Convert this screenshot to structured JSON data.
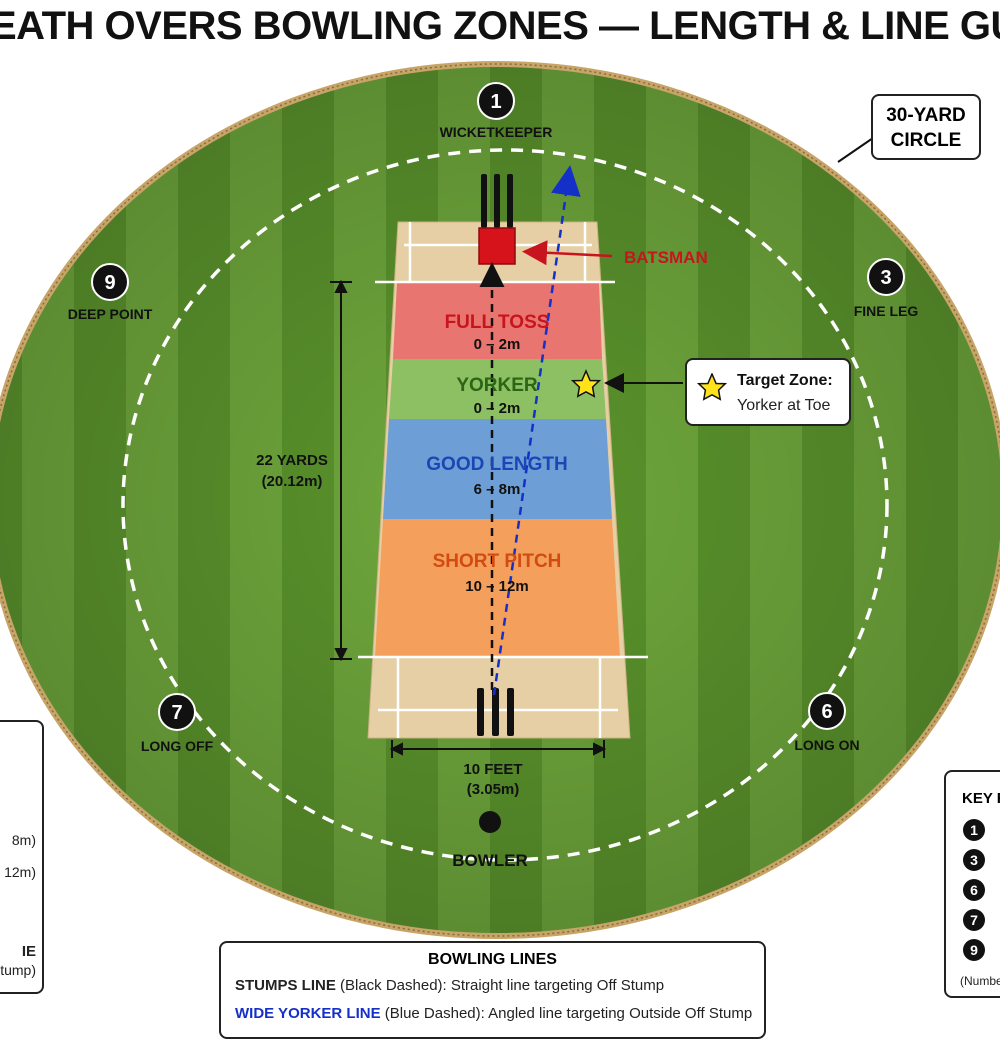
{
  "title": "EATH OVERS BOWLING ZONES — LENGTH & LINE GUIDE",
  "circle_label": {
    "line1": "30-YARD",
    "line2": "CIRCLE"
  },
  "fielders": [
    {
      "number": "1",
      "name": "WICKETKEEPER"
    },
    {
      "number": "9",
      "name": "DEEP POINT"
    },
    {
      "number": "3",
      "name": "FINE LEG"
    },
    {
      "number": "7",
      "name": "LONG OFF"
    },
    {
      "number": "6",
      "name": "LONG ON"
    }
  ],
  "batsman_label": "BATSMAN",
  "bowler_label": "BOWLER",
  "zones": [
    {
      "name": "FULL TOSS",
      "range": "0 – 2m",
      "color": "#e8756f",
      "text_color": "#c8141e"
    },
    {
      "name": "YORKER",
      "range": "0 – 2m",
      "color": "#8cc063",
      "text_color": "#2b6515"
    },
    {
      "name": "GOOD LENGTH",
      "range": "6 – 8m",
      "color": "#6d9fd6",
      "text_color": "#1b46b6"
    },
    {
      "name": "SHORT PITCH",
      "range": "10 – 12m",
      "color": "#f4a05c",
      "text_color": "#d24b12"
    }
  ],
  "pitch_length": {
    "line1": "22 YARDS",
    "line2": "(20.12m)"
  },
  "pitch_width": {
    "line1": "10 FEET",
    "line2": "(3.05m)"
  },
  "target_zone": {
    "title": "Target Zone:",
    "subtitle": "Yorker at Toe"
  },
  "bowling_lines": {
    "header": "BOWLING LINES",
    "stumps_name": "STUMPS LINE",
    "stumps_desc": " (Black Dashed):  Straight line targeting Off Stump",
    "wide_name": "WIDE YORKER LINE",
    "wide_desc": " (Blue Dashed):  Angled line targeting Outside Off Stump",
    "wide_color": "#1530c8"
  },
  "left_legend": {
    "line1": "8m)",
    "line2": "12m)",
    "line3": "IE",
    "line4": "tump)"
  },
  "key": {
    "header": "KEY F",
    "numbers": [
      "1",
      "3",
      "6",
      "7",
      "9"
    ],
    "note": "(Numbe"
  },
  "colors": {
    "grass_light": "#6fa83c",
    "grass_dark": "#5b942c",
    "pitch": "#e6cfa4",
    "batsman": "#d6121b"
  }
}
